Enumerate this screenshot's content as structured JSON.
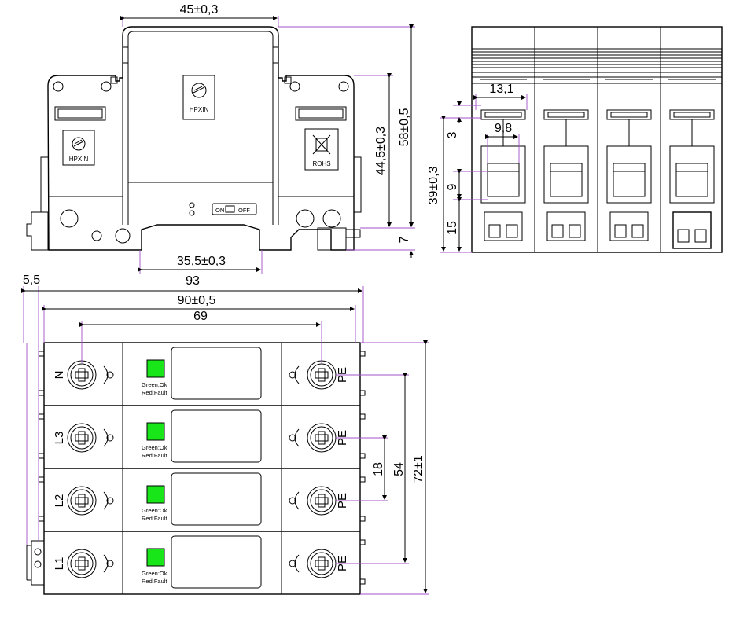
{
  "dimensions": {
    "width_top": "45±0,3",
    "height_front": "44,5±0,3",
    "height_total": "58±0,5",
    "rail_gap": "7",
    "rail_width": "35,5±0,3",
    "side_pitch": "13,1",
    "side_inner": "9,8",
    "side_total": "39±0,3",
    "side_a": "3",
    "side_b": "9",
    "side_c": "15",
    "offset": "5,5",
    "total_width": "93",
    "body_width": "90±0,5",
    "terminal_pitch": "69",
    "module_pitch": "18",
    "outer_pe": "54",
    "total_height": "72±1"
  },
  "brand": {
    "logo_text": "HPXIN",
    "rohs": "ROHS"
  },
  "switch": {
    "on": "ON",
    "off": "OFF"
  },
  "status": {
    "line1": "Green:Ok",
    "line2": "Red:Fault"
  },
  "modules": [
    {
      "left": "N",
      "right": "PE"
    },
    {
      "left": "L3",
      "right": "PE"
    },
    {
      "left": "L2",
      "right": "PE"
    },
    {
      "left": "L1",
      "right": "PE"
    }
  ],
  "colors": {
    "indicator": "#19e619",
    "dimension_line": "#a050c8"
  }
}
